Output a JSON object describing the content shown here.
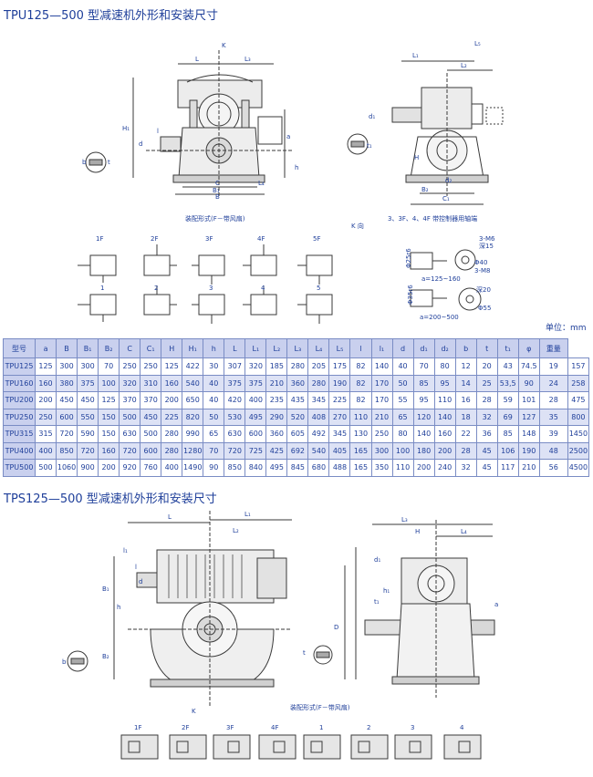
{
  "section1": {
    "title": "TPU125—500 型减速机外形和安装尺寸",
    "caption_assembly": "装配形式(F－带风扇)",
    "caption_k_view": "K 向",
    "caption_controller": "3、3F、4、4F 带控制器用轴端",
    "assembly_top": [
      "1F",
      "2F",
      "3F",
      "4F",
      "5F"
    ],
    "assembly_bottom": [
      "1",
      "2",
      "3",
      "4",
      "5"
    ],
    "dims": [
      "K",
      "L",
      "L₃",
      "H₁",
      "B",
      "B₁",
      "C",
      "L₄",
      "a",
      "d",
      "l",
      "b",
      "t",
      "h",
      "L₁",
      "L₂",
      "L₅",
      "d₁",
      "d₂",
      "t₁",
      "B₂",
      "C₁",
      "H"
    ],
    "shaft_end_a": {
      "note1": "3-M6",
      "note2": "深15",
      "note3": "Φ40",
      "note4": "3-M8",
      "range": "a=125~160",
      "dia": "Φ25r6"
    },
    "shaft_end_b": {
      "note1": "深20",
      "note2": "Φ55",
      "range": "a=200~500",
      "dia": "Φ35r6"
    }
  },
  "unit_label": "单位：mm",
  "table": {
    "headers": [
      "型号",
      "a",
      "B",
      "B₁",
      "B₂",
      "C",
      "C₁",
      "H",
      "H₁",
      "h",
      "L",
      "L₁",
      "L₂",
      "L₃",
      "L₄",
      "L₅",
      "l",
      "l₁",
      "d",
      "d₁",
      "d₂",
      "b",
      "t",
      "t₁",
      "φ",
      "重量"
    ],
    "rows": [
      [
        "TPU125",
        "125",
        "300",
        "300",
        "70",
        "250",
        "250",
        "125",
        "422",
        "30",
        "307",
        "320",
        "185",
        "280",
        "205",
        "175",
        "82",
        "140",
        "40",
        "70",
        "80",
        "12",
        "20",
        "43",
        "74.5",
        "19",
        "157"
      ],
      [
        "TPU160",
        "160",
        "380",
        "375",
        "100",
        "320",
        "310",
        "160",
        "540",
        "40",
        "375",
        "375",
        "210",
        "360",
        "280",
        "190",
        "82",
        "170",
        "50",
        "85",
        "95",
        "14",
        "25",
        "53,5",
        "90",
        "24",
        "258"
      ],
      [
        "TPU200",
        "200",
        "450",
        "450",
        "125",
        "370",
        "370",
        "200",
        "650",
        "40",
        "420",
        "400",
        "235",
        "435",
        "345",
        "225",
        "82",
        "170",
        "55",
        "95",
        "110",
        "16",
        "28",
        "59",
        "101",
        "28",
        "475"
      ],
      [
        "TPU250",
        "250",
        "600",
        "550",
        "150",
        "500",
        "450",
        "225",
        "820",
        "50",
        "530",
        "495",
        "290",
        "520",
        "408",
        "270",
        "110",
        "210",
        "65",
        "120",
        "140",
        "18",
        "32",
        "69",
        "127",
        "35",
        "800"
      ],
      [
        "TPU315",
        "315",
        "720",
        "590",
        "150",
        "630",
        "500",
        "280",
        "990",
        "65",
        "630",
        "600",
        "360",
        "605",
        "492",
        "345",
        "130",
        "250",
        "80",
        "140",
        "160",
        "22",
        "36",
        "85",
        "148",
        "39",
        "1450"
      ],
      [
        "TPU400",
        "400",
        "850",
        "720",
        "160",
        "720",
        "600",
        "280",
        "1280",
        "70",
        "720",
        "725",
        "425",
        "692",
        "540",
        "405",
        "165",
        "300",
        "100",
        "180",
        "200",
        "28",
        "45",
        "106",
        "190",
        "48",
        "2500"
      ],
      [
        "TPU500",
        "500",
        "1060",
        "900",
        "200",
        "920",
        "760",
        "400",
        "1490",
        "90",
        "850",
        "840",
        "495",
        "845",
        "680",
        "488",
        "165",
        "350",
        "110",
        "200",
        "240",
        "32",
        "45",
        "117",
        "210",
        "56",
        "4500"
      ]
    ]
  },
  "section2": {
    "title": "TPS125—500 型减速机外形和安装尺寸",
    "caption_assembly": "装配形式(F－带风扇)",
    "assembly": [
      "1F",
      "2F",
      "3F",
      "4F",
      "1",
      "2",
      "3",
      "4"
    ],
    "dims": [
      "L",
      "L₁",
      "L₂",
      "l",
      "l₁",
      "B₁",
      "B₂",
      "h",
      "d",
      "b",
      "t",
      "K",
      "L₃",
      "L₄",
      "H",
      "h₁",
      "t₁",
      "d₁",
      "a",
      "D"
    ]
  }
}
